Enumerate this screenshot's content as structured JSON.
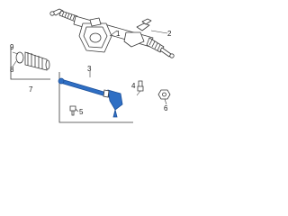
{
  "colors": {
    "line": "#3a3a3a",
    "fill": "#ffffff",
    "accent_fill": "#2f6fc4",
    "accent_stroke": "#1c4f99",
    "text": "#222222"
  },
  "callouts": {
    "rack_and_pinion": "1",
    "steering_rack": "2",
    "tie_rod_group": "3",
    "nut": "4",
    "bolt": "5",
    "hex_nut": "6",
    "boot_group": "7",
    "clamp": "8",
    "inner_clamp": "9"
  }
}
